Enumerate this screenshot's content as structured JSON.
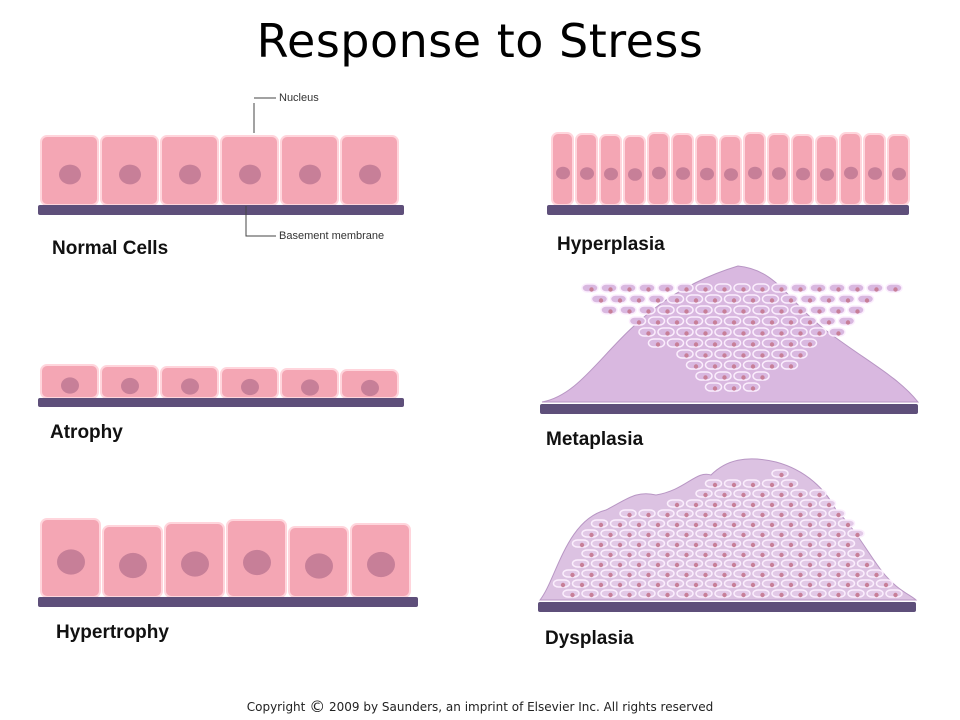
{
  "title": "Response to Stress",
  "panels": {
    "normal": {
      "label": "Normal Cells",
      "nucleus_callout": "Nucleus",
      "membrane_callout": "Basement membrane"
    },
    "atrophy": {
      "label": "Atrophy"
    },
    "hypertrophy": {
      "label": "Hypertrophy"
    },
    "hyperplasia": {
      "label": "Hyperplasia"
    },
    "metaplasia": {
      "label": "Metaplasia"
    },
    "dysplasia": {
      "label": "Dysplasia"
    }
  },
  "copyright": {
    "symbol": "©",
    "before": "Copyright",
    "after": " 2009 by Saunders, an imprint of Elsevier Inc. All rights reserved"
  },
  "colors": {
    "cell_fill": "#f4a6b4",
    "cell_edge": "#ffd5dc",
    "nucleus": "#c77f98",
    "membrane": "#5e4f7a",
    "lavender_cell": "#d9b8e0"
  }
}
